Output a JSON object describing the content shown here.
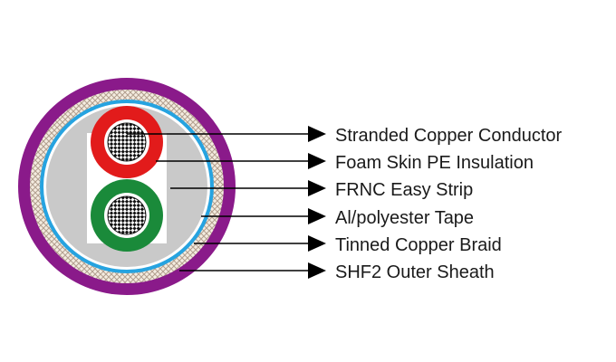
{
  "diagram": {
    "labels": [
      "Stranded Copper Conductor",
      "Foam Skin PE Insulation",
      "FRNC Easy Strip",
      "Al/polyester Tape",
      "Tinned Copper Braid",
      "SHF2 Outer Sheath"
    ]
  },
  "colors": {
    "outer_sheath": "#8a1a8a",
    "braid_base": "#f4ece0",
    "braid_hatch": "#b29f8e",
    "tape": "#26a3e0",
    "filler": "#c9c9c9",
    "core_red": "#e21b1b",
    "core_green": "#1a8a3a",
    "conductor_light": "#ffffff",
    "conductor_dark": "#111111",
    "leader": "#000000"
  }
}
